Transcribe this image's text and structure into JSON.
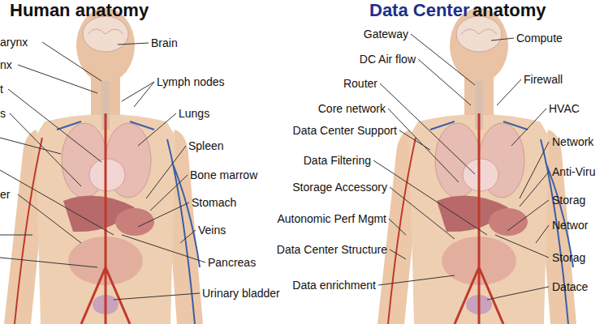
{
  "diagram": {
    "labels": [
      "Human anatomy",
      "Data Center",
      "anatomy",
      "arynx",
      "nx",
      "t",
      "s",
      "er",
      "Brain",
      "Lymph nodes",
      "Lungs",
      "Spleen",
      "Bone marrow",
      "Stomach",
      "Veins",
      "Pancreas",
      "Urinary bladder",
      "Gateway",
      "Compute",
      "DC Air flow",
      "Firewall",
      "Router",
      "HVAC",
      "Core network",
      "Network",
      "Data Center Support",
      "Anti-Viru",
      "Data Filtering",
      "Storage Accessory",
      "Storag",
      "Autonomic Perf Mgmt",
      "Networ",
      "Data Center Structure",
      "Storag",
      "Data enrichment",
      "Datace"
    ]
  }
}
